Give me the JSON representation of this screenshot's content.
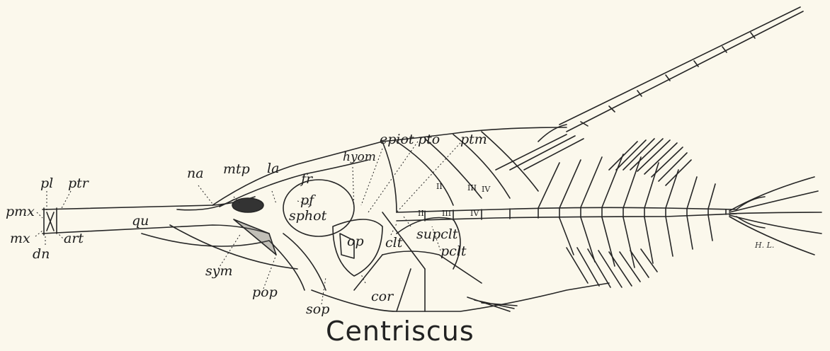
{
  "caption": "Centriscus",
  "signature": "H. L.",
  "labels": {
    "pl": "pl",
    "ptr": "ptr",
    "pmx": "pmx",
    "mx": "mx",
    "dn": "dn",
    "art": "art",
    "qu": "qu",
    "na": "na",
    "mtp": "mtp",
    "la": "la",
    "fr": "fr",
    "pf": "pf",
    "sphot": "sphot",
    "hyom": "hyom",
    "epiot": "epiot",
    "pto": "pto",
    "ptm": "ptm",
    "op": "op",
    "clt": "clt",
    "supclt": "supclt",
    "pclt": "pclt",
    "sym": "sym",
    "pop": "pop",
    "sop": "sop",
    "cor": "cor"
  },
  "vertebra_numerals": {
    "upper": [
      "II",
      "III",
      "IV"
    ],
    "lower": [
      "II",
      "III",
      "IV"
    ]
  }
}
